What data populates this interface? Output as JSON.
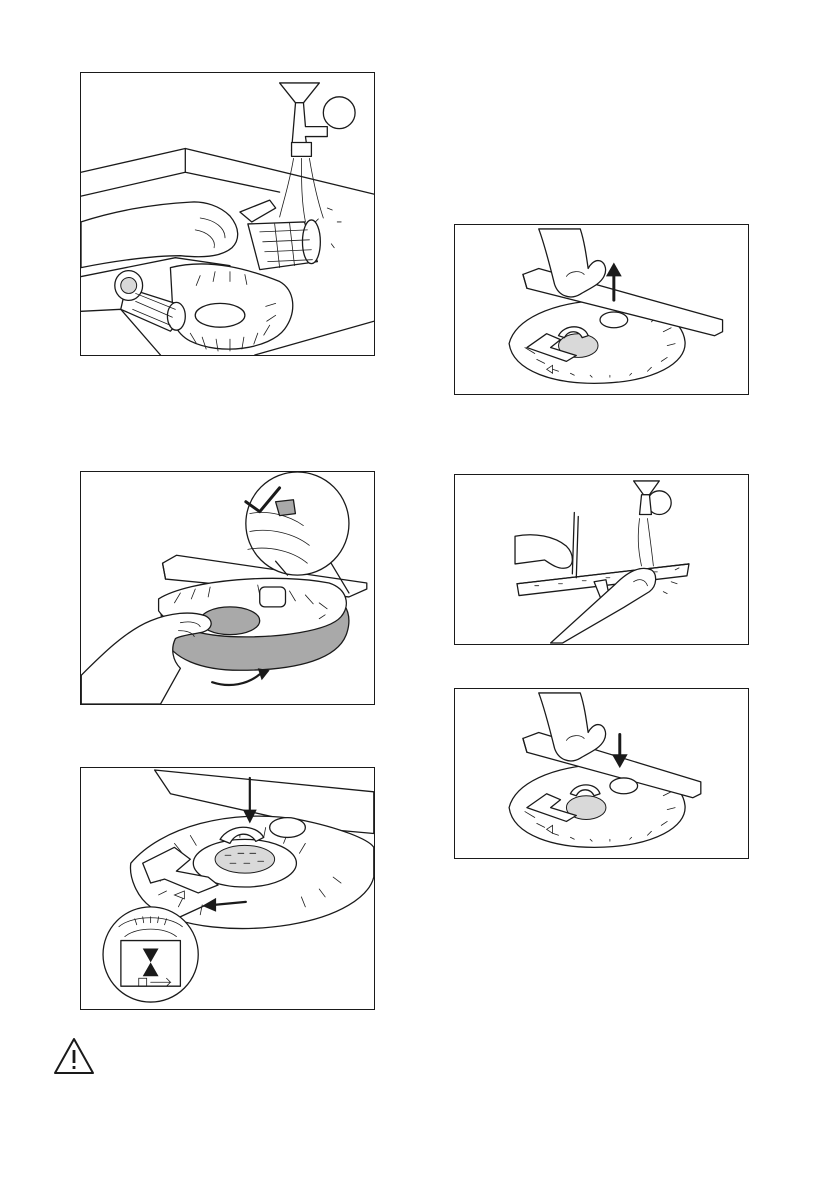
{
  "page": {},
  "figures": [
    {
      "id": "clean-filters"
    },
    {
      "id": "install-filter-plate"
    },
    {
      "id": "lock-filter"
    },
    {
      "id": "remove-spray-arm"
    },
    {
      "id": "clean-spray-arm-holes"
    },
    {
      "id": "refit-spray-arm"
    }
  ],
  "warning": {
    "icon": "warning-triangle-icon"
  },
  "colors": {
    "line": "#1a1a1a",
    "highlight": "#a9a9a9"
  }
}
